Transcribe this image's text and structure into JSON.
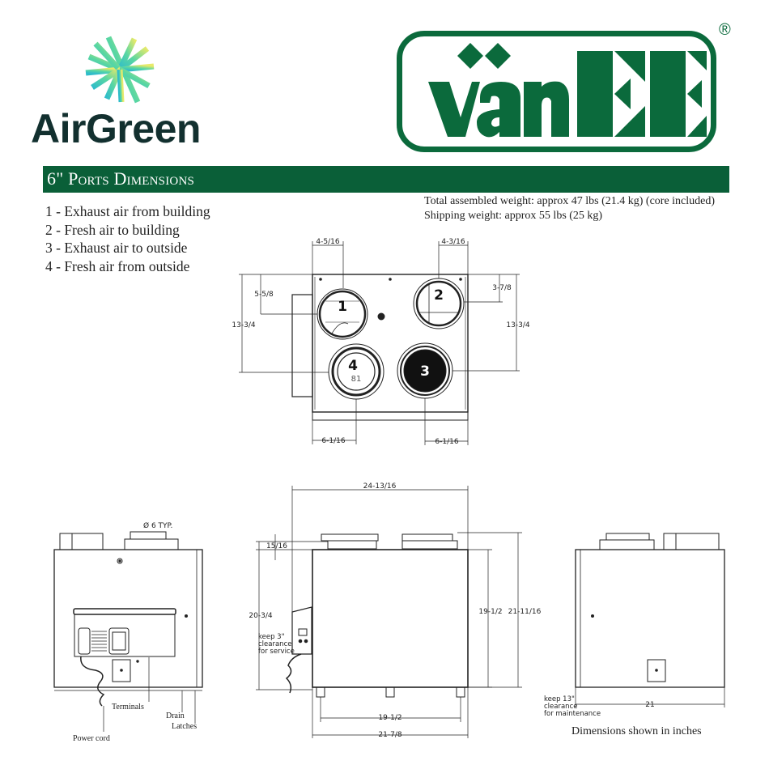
{
  "branding": {
    "left_logo": {
      "name": "AirGreen",
      "colors": {
        "text": "#12302f",
        "mark_gradient": [
          "#2fc0c8",
          "#5fd8a0",
          "#e6ea6c"
        ]
      }
    },
    "right_logo": {
      "name": "vanEE",
      "registered_mark": "®",
      "color": "#0b6a3c"
    }
  },
  "header": {
    "title": "6\" Ports Dimensions",
    "bar_color": "#0a5f38"
  },
  "ports_legend": [
    {
      "number": "1",
      "label": "1 - Exhaust air from building"
    },
    {
      "number": "2",
      "label": "2 - Fresh air to building"
    },
    {
      "number": "3",
      "label": "3 - Exhaust air to outside"
    },
    {
      "number": "4",
      "label": "4 - Fresh air from outside"
    }
  ],
  "weights": {
    "assembled": "Total assembled weight: approx 47 lbs (21.4 kg) (core included)",
    "shipping": "Shipping weight: approx 55 lbs (25 kg)"
  },
  "top_view": {
    "ports": [
      {
        "number": "1",
        "fill": "open"
      },
      {
        "number": "2",
        "fill": "open"
      },
      {
        "number": "3",
        "fill": "dark"
      },
      {
        "number": "4",
        "fill": "ring",
        "sub_label": "81"
      }
    ],
    "dimensions": {
      "port1_from_left": "4-5/16",
      "port2_from_right": "4-3/16",
      "port1_from_top": "5-5/8",
      "port2_from_top": "3-7/8",
      "height_left": "13-3/4",
      "height_right": "13-3/4",
      "port4_from_left": "6-1/16",
      "port3_from_right": "6-1/16"
    }
  },
  "left_side_view": {
    "port_note": "Ø 6 TYP.",
    "callouts": {
      "terminals": "Terminals",
      "power_cord": "Power cord",
      "drain": "Drain",
      "latches": "Latches"
    }
  },
  "front_view": {
    "dimensions": {
      "overall_width": "24-13/16",
      "top_offset": "15/16",
      "height_left": "20-3/4",
      "body_height": "19-1/2",
      "overall_height": "21-11/16",
      "mount_spacing": "19-1/2",
      "body_width": "21-7/8"
    },
    "clearance_note": [
      "keep 3\"",
      "clearance",
      "for service"
    ]
  },
  "right_side_view": {
    "dimensions": {
      "depth": "21"
    },
    "clearance_note": [
      "keep 13\"",
      "clearance",
      "for maintenance"
    ]
  },
  "footer": {
    "units_note": "Dimensions shown in inches"
  }
}
